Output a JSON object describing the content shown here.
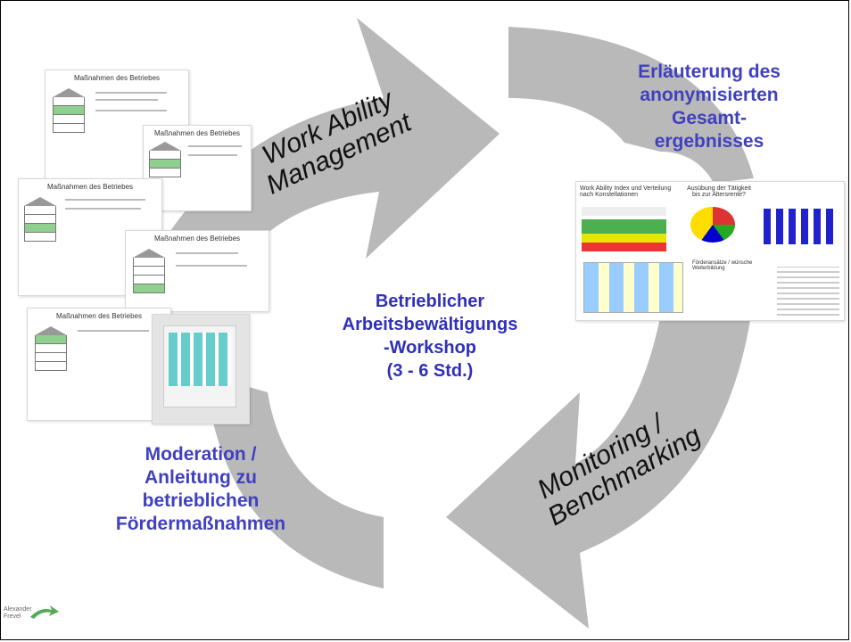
{
  "diagram": {
    "arrows": {
      "top": "Work Ability\nManagement",
      "right": "Monitoring /\nBenchmarking"
    },
    "topright_text": [
      "Erläuterung des",
      "anonymisierten",
      "Gesamt-",
      "ergebnisses"
    ],
    "bottomleft_text": [
      "Moderation /",
      "Anleitung zu",
      "betrieblichen",
      "Fördermaßnahmen"
    ],
    "center_text": [
      "Betrieblicher",
      "Arbeitsbewältigungs",
      "-Workshop",
      "(3 - 6 Std.)"
    ],
    "slide_title": "Maßnahmen des Betriebes",
    "results_slide": {
      "title1": "Work Ability Index und Verteilung nach Konstellationen",
      "title2": "Ausübung der Tätigkeit bis zur Altersrente?",
      "title3": "Förderansätze / wünsche Weiterbildung"
    },
    "logo": "Alexander\nFrevel"
  },
  "colors": {
    "arrow": "#b9b9b9",
    "blue_text": "#4040c0"
  }
}
